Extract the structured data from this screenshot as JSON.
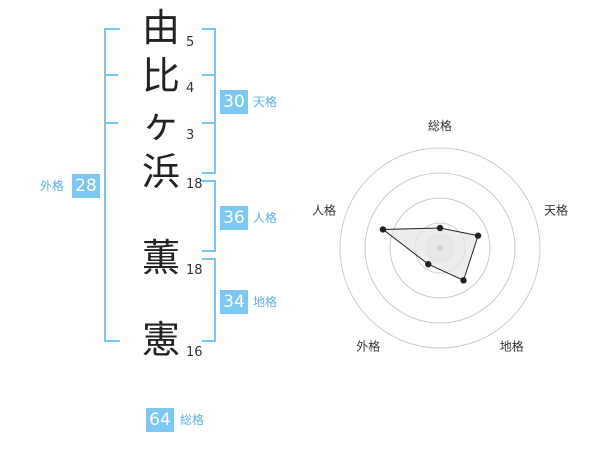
{
  "characters": [
    {
      "char": "由",
      "strokes": "5"
    },
    {
      "char": "比",
      "strokes": "4"
    },
    {
      "char": "ヶ",
      "strokes": "3"
    },
    {
      "char": "浜",
      "strokes": "18"
    },
    {
      "char": "薫",
      "strokes": "18"
    },
    {
      "char": "憲",
      "strokes": "16"
    }
  ],
  "scores": {
    "tenkaku": {
      "value": "30",
      "label": "天格"
    },
    "jinkaku": {
      "value": "36",
      "label": "人格"
    },
    "chikaku": {
      "value": "34",
      "label": "地格"
    },
    "gaikaku": {
      "value": "28",
      "label": "外格"
    },
    "soukaku": {
      "value": "64",
      "label": "総格"
    }
  },
  "chart_data": {
    "type": "radar",
    "axes": [
      "総格",
      "天格",
      "地格",
      "外格",
      "人格"
    ],
    "values": [
      1,
      2,
      2,
      1,
      3
    ],
    "rmax": 5,
    "rings": 4,
    "colors": {
      "line": "#222222",
      "fill": "#e6e6e6",
      "ring": "#cccccc",
      "center": "#aaaaaa"
    }
  }
}
